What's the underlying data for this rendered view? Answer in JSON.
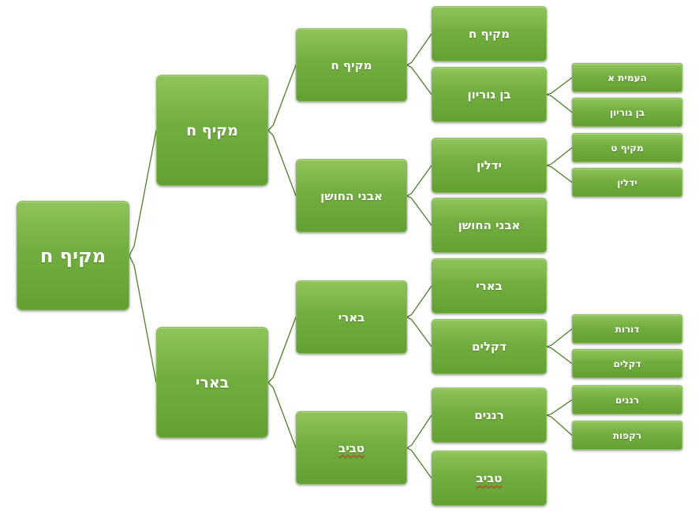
{
  "diagram": {
    "root": {
      "label": "מקיף ח"
    },
    "branches": [
      {
        "label": "מקיף ח",
        "children": [
          {
            "label": "מקיף ח",
            "children": [
              {
                "label": "מקיף ח",
                "children": []
              },
              {
                "label": "בן גוריון",
                "children": [
                  {
                    "label": "העמית א"
                  },
                  {
                    "label": "בן גוריון"
                  }
                ]
              }
            ]
          },
          {
            "label": "אבני החושן",
            "children": [
              {
                "label": "ידלין",
                "children": [
                  {
                    "label": "מקיף ט"
                  },
                  {
                    "label": "ידלין"
                  }
                ]
              },
              {
                "label": "אבני החושן",
                "children": []
              }
            ]
          }
        ]
      },
      {
        "label": "בארי",
        "children": [
          {
            "label": "בארי",
            "children": [
              {
                "label": "בארי",
                "children": []
              },
              {
                "label": "דקלים",
                "children": [
                  {
                    "label": "דורות"
                  },
                  {
                    "label": "דקלים"
                  }
                ]
              }
            ]
          },
          {
            "label": "טביב",
            "spellcheck_underline": true,
            "children": [
              {
                "label": "רננים",
                "children": [
                  {
                    "label": "רננים"
                  },
                  {
                    "label": "רקפות"
                  }
                ]
              },
              {
                "label": "טביב",
                "spellcheck_underline": true,
                "children": []
              }
            ]
          }
        ]
      }
    ],
    "colors": {
      "node_top": "#8fc45a",
      "node_bottom": "#63a032",
      "connector": "#4f7f2a",
      "text": "#ffffff",
      "spellcheck": "#e23a2e"
    }
  }
}
